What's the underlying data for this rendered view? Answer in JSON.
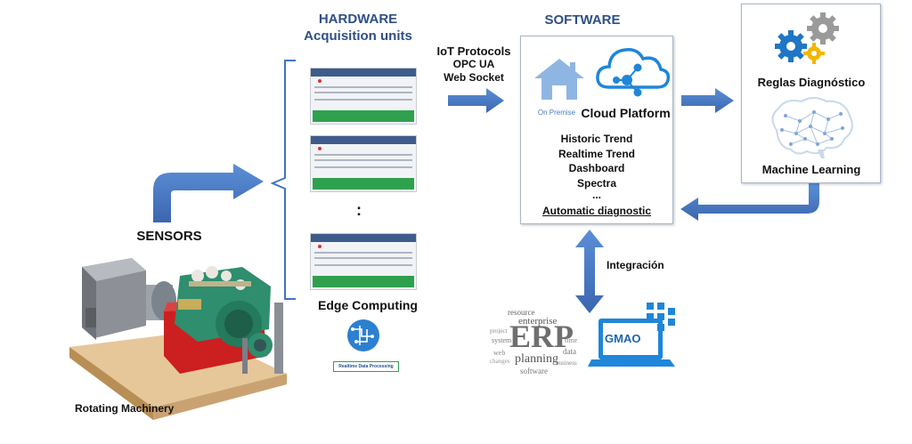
{
  "hardware": {
    "title_line1": "HARDWARE",
    "title_line2": "Acquisition units",
    "ellipsis": ":",
    "edge_computing": "Edge Computing",
    "edge_icon_caption": "Realtime Data Processing"
  },
  "protocols": {
    "heading": "IoT Protocols",
    "items": [
      "OPC UA",
      "Web Socket"
    ]
  },
  "software": {
    "title": "SOFTWARE",
    "on_premise": "On Premise",
    "cloud_platform": "Cloud Platform",
    "features": [
      "Historic Trend",
      "Realtime Trend",
      "Dashboard",
      "Spectra",
      "..."
    ],
    "automatic_diagnostic": "Automatic diagnostic"
  },
  "analytics": {
    "rules": "Reglas Diagnóstico",
    "machine_learning": "Machine Learning"
  },
  "sensors": {
    "label": "SENSORS"
  },
  "machine": {
    "label": "Rotating Machinery"
  },
  "integration": {
    "label": "Integración",
    "erp": "ERP",
    "erp_words": [
      "resource",
      "enterprise",
      "planning",
      "software",
      "system",
      "data",
      "time",
      "business",
      "project",
      "web",
      "changes"
    ],
    "gmao": "GMAO"
  },
  "colors": {
    "arrow": "#4472c4",
    "title": "#2f4f86",
    "accent_green": "#2fa14e"
  }
}
